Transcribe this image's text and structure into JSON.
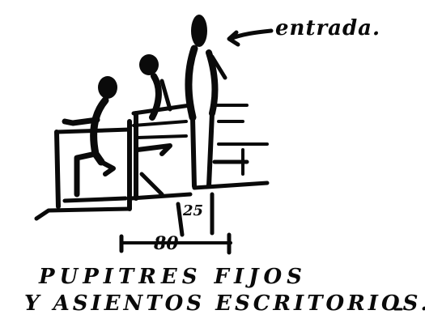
{
  "drawing": {
    "annotation": "entrada.",
    "dimension_small": "25",
    "dimension_large": "80",
    "caption_line1": "PUPITRES  FIJOS",
    "caption_line2": "Y ASIENTOS  ESCRITORIOS."
  },
  "colors": {
    "ink": "#0a0a0a",
    "paper": "#ffffff"
  }
}
